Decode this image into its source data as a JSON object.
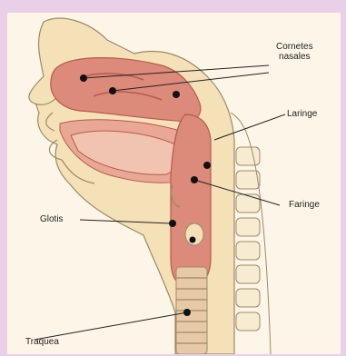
{
  "labels": {
    "cornetes_nasales_line1": "Cornetes",
    "cornetes_nasales_line2": "nasales",
    "laringe": "Laringe",
    "faringe": "Faringe",
    "glotis": "Glotis",
    "traquea": "Traquea"
  },
  "colors": {
    "page_border": "#eacfe9",
    "background": "#fdf5e7",
    "tissue": "#f4e1b7",
    "tissue_outline": "#9b8a66",
    "airway": "#dc8a7a",
    "airway_dark": "#b75a4d",
    "dot": "#111111"
  }
}
